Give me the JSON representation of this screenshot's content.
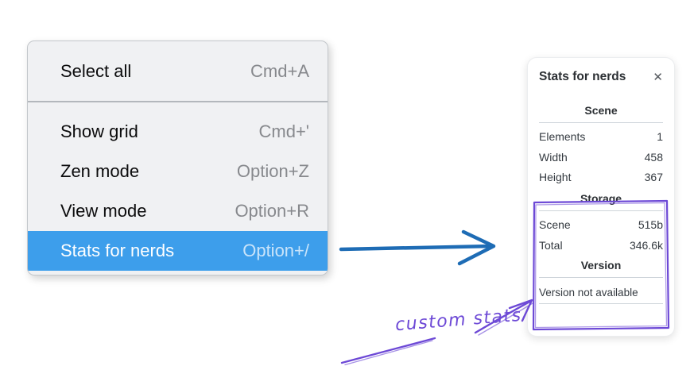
{
  "context_menu": {
    "items": [
      {
        "label": "Select all",
        "shortcut": "Cmd+A",
        "highlighted": false
      },
      {
        "label": "Show grid",
        "shortcut": "Cmd+'",
        "highlighted": false
      },
      {
        "label": "Zen mode",
        "shortcut": "Option+Z",
        "highlighted": false
      },
      {
        "label": "View mode",
        "shortcut": "Option+R",
        "highlighted": false
      },
      {
        "label": "Stats for nerds",
        "shortcut": "Option+/",
        "highlighted": true
      }
    ]
  },
  "stats_panel": {
    "title": "Stats for nerds",
    "close_icon": "✕",
    "sections": [
      {
        "heading": "Scene",
        "rows": [
          {
            "label": "Elements",
            "value": "1"
          },
          {
            "label": "Width",
            "value": "458"
          },
          {
            "label": "Height",
            "value": "367"
          }
        ]
      },
      {
        "heading": "Storage",
        "rows": [
          {
            "label": "Scene",
            "value": "515b"
          },
          {
            "label": "Total",
            "value": "346.6k"
          }
        ]
      },
      {
        "heading": "Version",
        "note": "Version not available"
      }
    ]
  },
  "annotation": {
    "label": "custom stats"
  },
  "colors": {
    "menu_bg": "#f0f1f3",
    "menu_highlight": "#3d9eeb",
    "menu_shortcut": "#87898d",
    "arrow_blue": "#1e6cb5",
    "annotation_purple": "#6d49d6",
    "panel_bg": "#ffffff",
    "panel_text": "#343a40"
  }
}
